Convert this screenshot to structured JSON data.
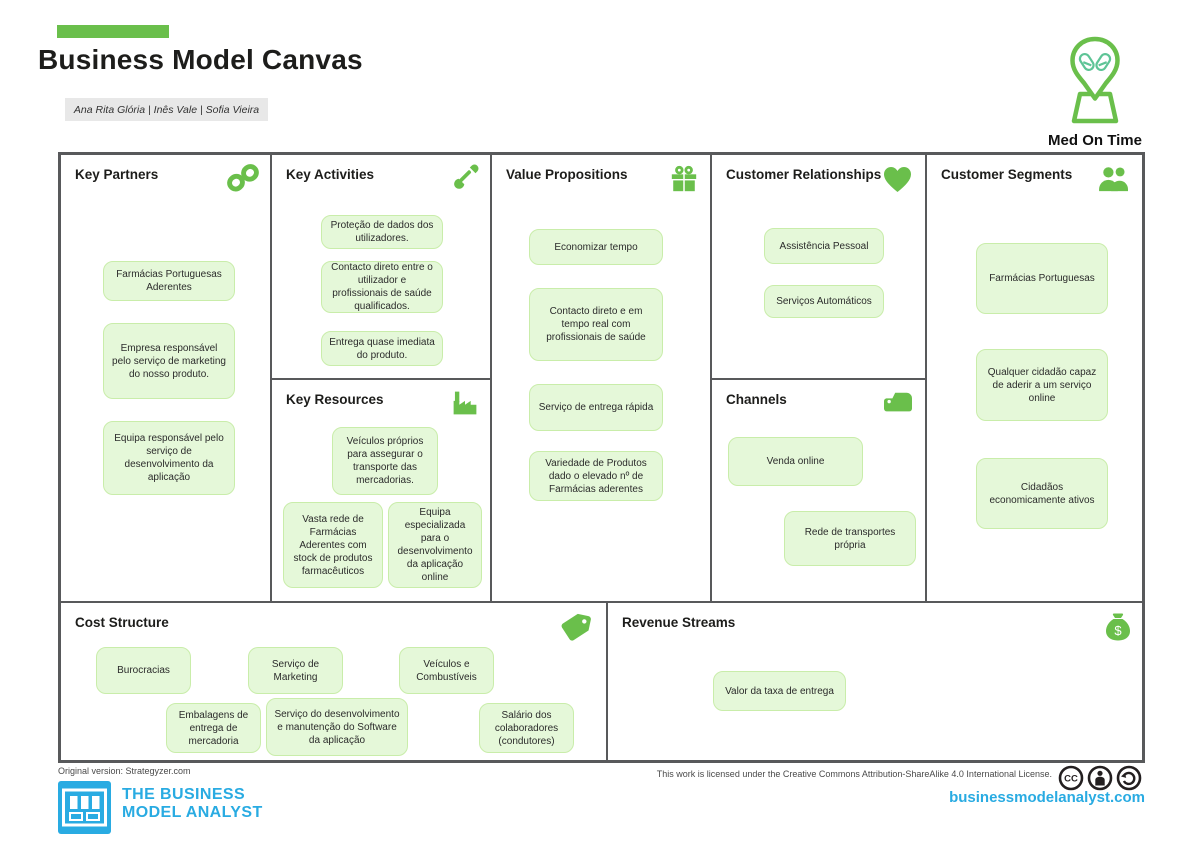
{
  "header": {
    "title": "Business Model Canvas",
    "authors": "Ana Rita Glória | Inês Vale | Sofia Vieira"
  },
  "brand": {
    "name": "Med On Time",
    "logo_icon": "map-pin-pills-icon"
  },
  "colors": {
    "accent_green": "#6abf4b",
    "note_fill": "#e5f8d9",
    "note_border": "#c9edaa",
    "brand_blue": "#29abe2",
    "border_gray": "#58595b"
  },
  "sections": {
    "key_partners": {
      "title": "Key Partners",
      "icon": "link-icon",
      "items": [
        "Farmácias Portuguesas Aderentes",
        "Empresa responsável pelo serviço de marketing do nosso produto.",
        "Equipa responsável pelo serviço de desenvolvimento da aplicação"
      ]
    },
    "key_activities": {
      "title": "Key Activities",
      "icon": "shovel-icon",
      "items": [
        "Proteção de dados dos utilizadores.",
        "Contacto direto entre o utilizador e profissionais de saúde qualificados.",
        "Entrega quase imediata do produto."
      ]
    },
    "key_resources": {
      "title": "Key Resources",
      "icon": "factory-icon",
      "items": [
        "Veículos próprios para assegurar o transporte das mercadorias.",
        "Vasta rede de Farmácias Aderentes com stock de produtos farmacêuticos",
        "Equipa especializada para o desenvolvimento da aplicação online"
      ]
    },
    "value_propositions": {
      "title": "Value Propositions",
      "icon": "gift-icon",
      "items": [
        "Economizar tempo",
        "Contacto direto e em tempo real com profissionais de saúde",
        "Serviço de entrega rápida",
        "Variedade de Produtos dado o elevado nº de Farmácias aderentes"
      ]
    },
    "customer_relationships": {
      "title": "Customer Relationships",
      "icon": "heart-icon",
      "items": [
        "Assistência Pessoal",
        "Serviços Automáticos"
      ]
    },
    "channels": {
      "title": "Channels",
      "icon": "truck-icon",
      "items": [
        "Venda online",
        "Rede de transportes própria"
      ]
    },
    "customer_segments": {
      "title": "Customer Segments",
      "icon": "people-icon",
      "items": [
        "Farmácias Portuguesas",
        "Qualquer cidadão capaz de aderir a um serviço online",
        "Cidadãos economicamente ativos"
      ]
    },
    "cost_structure": {
      "title": "Cost Structure",
      "icon": "tag-icon",
      "items": [
        "Burocracias",
        "Serviço de Marketing",
        "Veículos e Combustíveis",
        "Embalagens de entrega de mercadoria",
        "Serviço do desenvolvimento e manutenção do Software da aplicação",
        "Salário dos colaboradores (condutores)"
      ]
    },
    "revenue_streams": {
      "title": "Revenue Streams",
      "icon": "money-bag-icon",
      "items": [
        "Valor da taxa de entrega"
      ]
    }
  },
  "footer": {
    "original_version": "Original version: Strategyzer.com",
    "logo_line1": "THE BUSINESS",
    "logo_line2": "MODEL ANALYST",
    "license": "This work is licensed under the Creative Commons Attribution-ShareAlike 4.0 International License.",
    "cc_icons": [
      "cc-icon",
      "cc-by-icon",
      "cc-sa-icon"
    ],
    "website": "businessmodelanalyst.com"
  }
}
